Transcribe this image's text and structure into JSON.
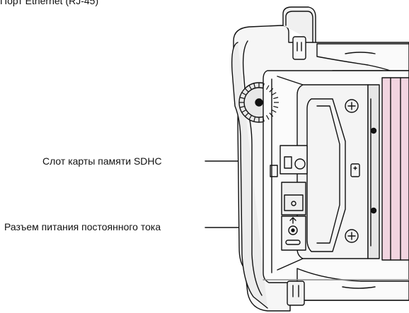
{
  "labels": {
    "ethernet_port": "Порт Ethernet (RJ-45)",
    "sdhc_slot": "Слот карты памяти SDHC",
    "dc_power_connector": "Разъем питания постоянного тока"
  },
  "colors": {
    "line": "#111111",
    "body_fill": "#f3f3f3",
    "shade": "#d9d9d9",
    "pink_panel": "#f2d4e0"
  }
}
